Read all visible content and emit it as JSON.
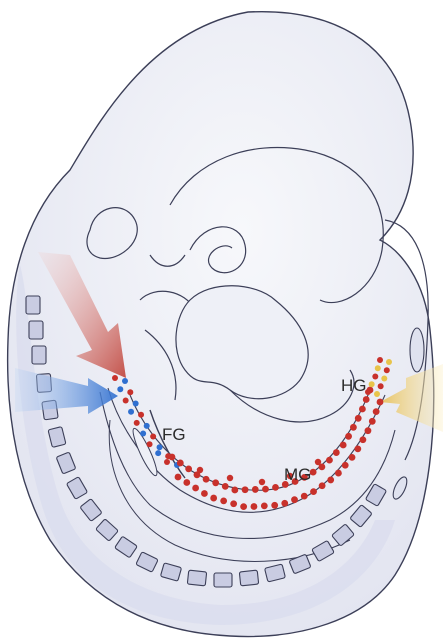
{
  "labels": {
    "fg": "FG",
    "mg": "MG",
    "hg": "HG"
  },
  "colors": {
    "outline": "#3c3f58",
    "body_fill": "#f1f2f7",
    "shade": "#dcdff0",
    "somite_fill": "#c9cce2",
    "red_dot": "#c8312b",
    "blue_dot": "#2f6fd0",
    "yellow_dot": "#e8c44a",
    "red_arrow": "#c85a52",
    "blue_arrow": "#3b7fd8",
    "yellow_arrow": "#efd07a"
  }
}
